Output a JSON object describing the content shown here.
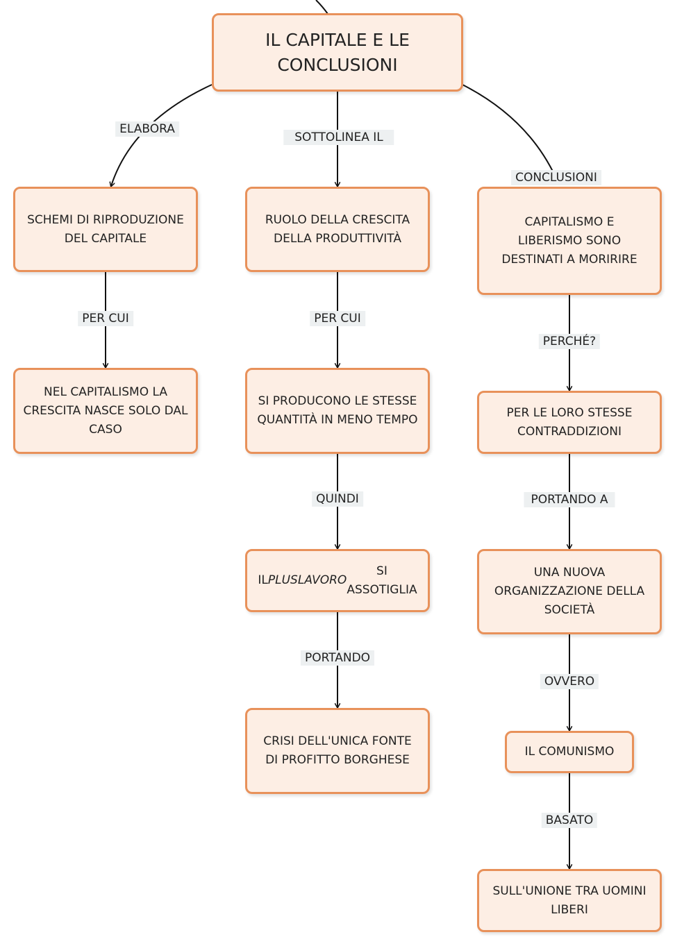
{
  "diagram": {
    "root": "IL CAPITALE E LE\nCONCLUSIONI",
    "left": {
      "edge": "ELABORA",
      "node1": "SCHEMI DI RIPRODUZIONE\nDEL CAPITALE",
      "edge2": "PER CUI",
      "node2": "NEL CAPITALISMO LA\nCRESCITA NASCE SOLO DAL\nCASO"
    },
    "middle": {
      "edge": "SOTTOLINEA IL",
      "node1": "RUOLO DELLA CRESCITA\nDELLA PRODUTTIVITÀ",
      "edge2": "PER CUI",
      "node2": "SI PRODUCONO LE STESSE\nQUANTITÀ IN MENO TEMPO",
      "edge3": "QUINDI",
      "node3_pre": "IL ",
      "node3_italic": "PLUSLAVORO",
      "node3_post": " SI\nASSOTIGLIA",
      "edge4": "PORTANDO",
      "node4": "CRISI DELL'UNICA FONTE\nDI PROFITTO BORGHESE"
    },
    "right": {
      "edge": "CONCLUSIONI",
      "node1": "CAPITALISMO E\nLIBERISMO SONO\nDESTINATI A MORIRIRE",
      "edge2": "PERCHÉ?",
      "node2": "PER LE LORO STESSE\nCONTRADDIZIONI",
      "edge3": "PORTANDO A",
      "node3": "UNA NUOVA\nORGANIZZAZIONE DELLA\nSOCIETÀ",
      "edge4": "OVVERO",
      "node4": "IL COMUNISMO",
      "edge5": "BASATO",
      "node5": "SULL'UNIONE TRA UOMINI\nLIBERI"
    }
  },
  "colors": {
    "node_fill": "#fdeee4",
    "node_border": "#e8915a",
    "label_bg": "#edf0f1",
    "line": "#111111"
  }
}
